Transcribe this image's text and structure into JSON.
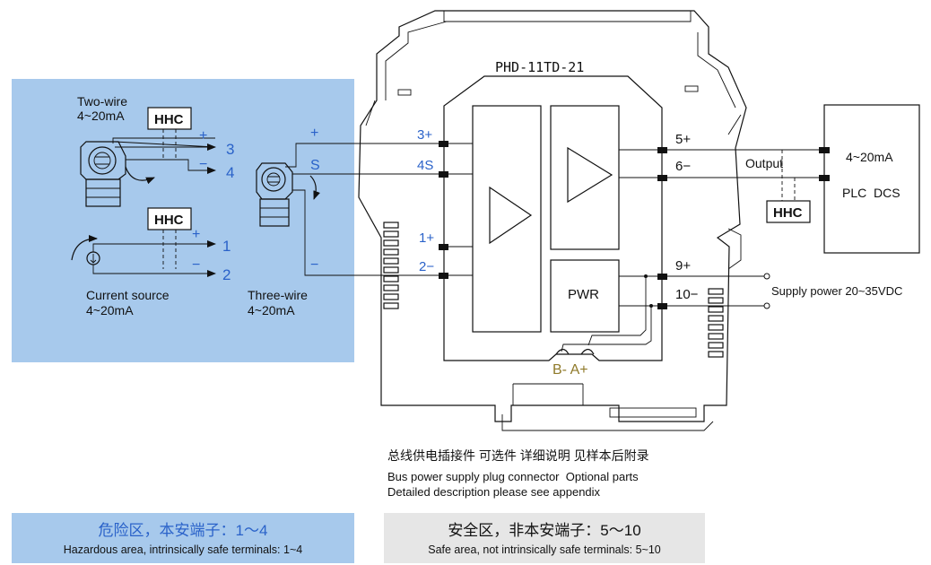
{
  "colors": {
    "hazard_panel": "#a7c9ec",
    "safe_panel": "#e6e6e6",
    "terminal_blue": "#2a62c9",
    "bus_label": "#8f7a2a"
  },
  "device": {
    "model": "PHD-11TD-21",
    "pwr_label": "PWR",
    "bus_terminals": "B- A+"
  },
  "hazard_side": {
    "two_wire_line1": "Two-wire",
    "two_wire_line2": "4~20mA",
    "hhc_label": "HHC",
    "current_source_line1": "Current source",
    "current_source_line2": "4~20mA",
    "three_wire_line1": "Three-wire",
    "three_wire_line2": "4~20mA",
    "term_3": "3",
    "term_4": "4",
    "term_1": "1",
    "term_2": "2",
    "plus": "+",
    "minus": "−",
    "s_label": "S"
  },
  "input_terminals": {
    "t3": "3+",
    "t4": "4S",
    "t1": "1+",
    "t2": "2−"
  },
  "output_terminals": {
    "t5": "5+",
    "t6": "6−",
    "t9": "9+",
    "t10": "10−"
  },
  "safe_side": {
    "output_label": "Output",
    "plc_signal": "4~20mA",
    "plc_label": "PLC  DCS",
    "hhc_label": "HHC",
    "supply_label": "Supply power 20~35VDC"
  },
  "notes": {
    "cn": "总线供电插接件 可选件 详细说明 见样本后附录",
    "en1": "Bus power supply plug connector  Optional parts",
    "en2": "Detailed description please see appendix"
  },
  "footer": {
    "hazard_cn": "危险区，本安端子：1～4",
    "hazard_en": "Hazardous area, intrinsically safe terminals: 1~4",
    "safe_cn": "安全区，非本安端子：5～10",
    "safe_en": "Safe area, not intrinsically safe terminals: 5~10"
  }
}
